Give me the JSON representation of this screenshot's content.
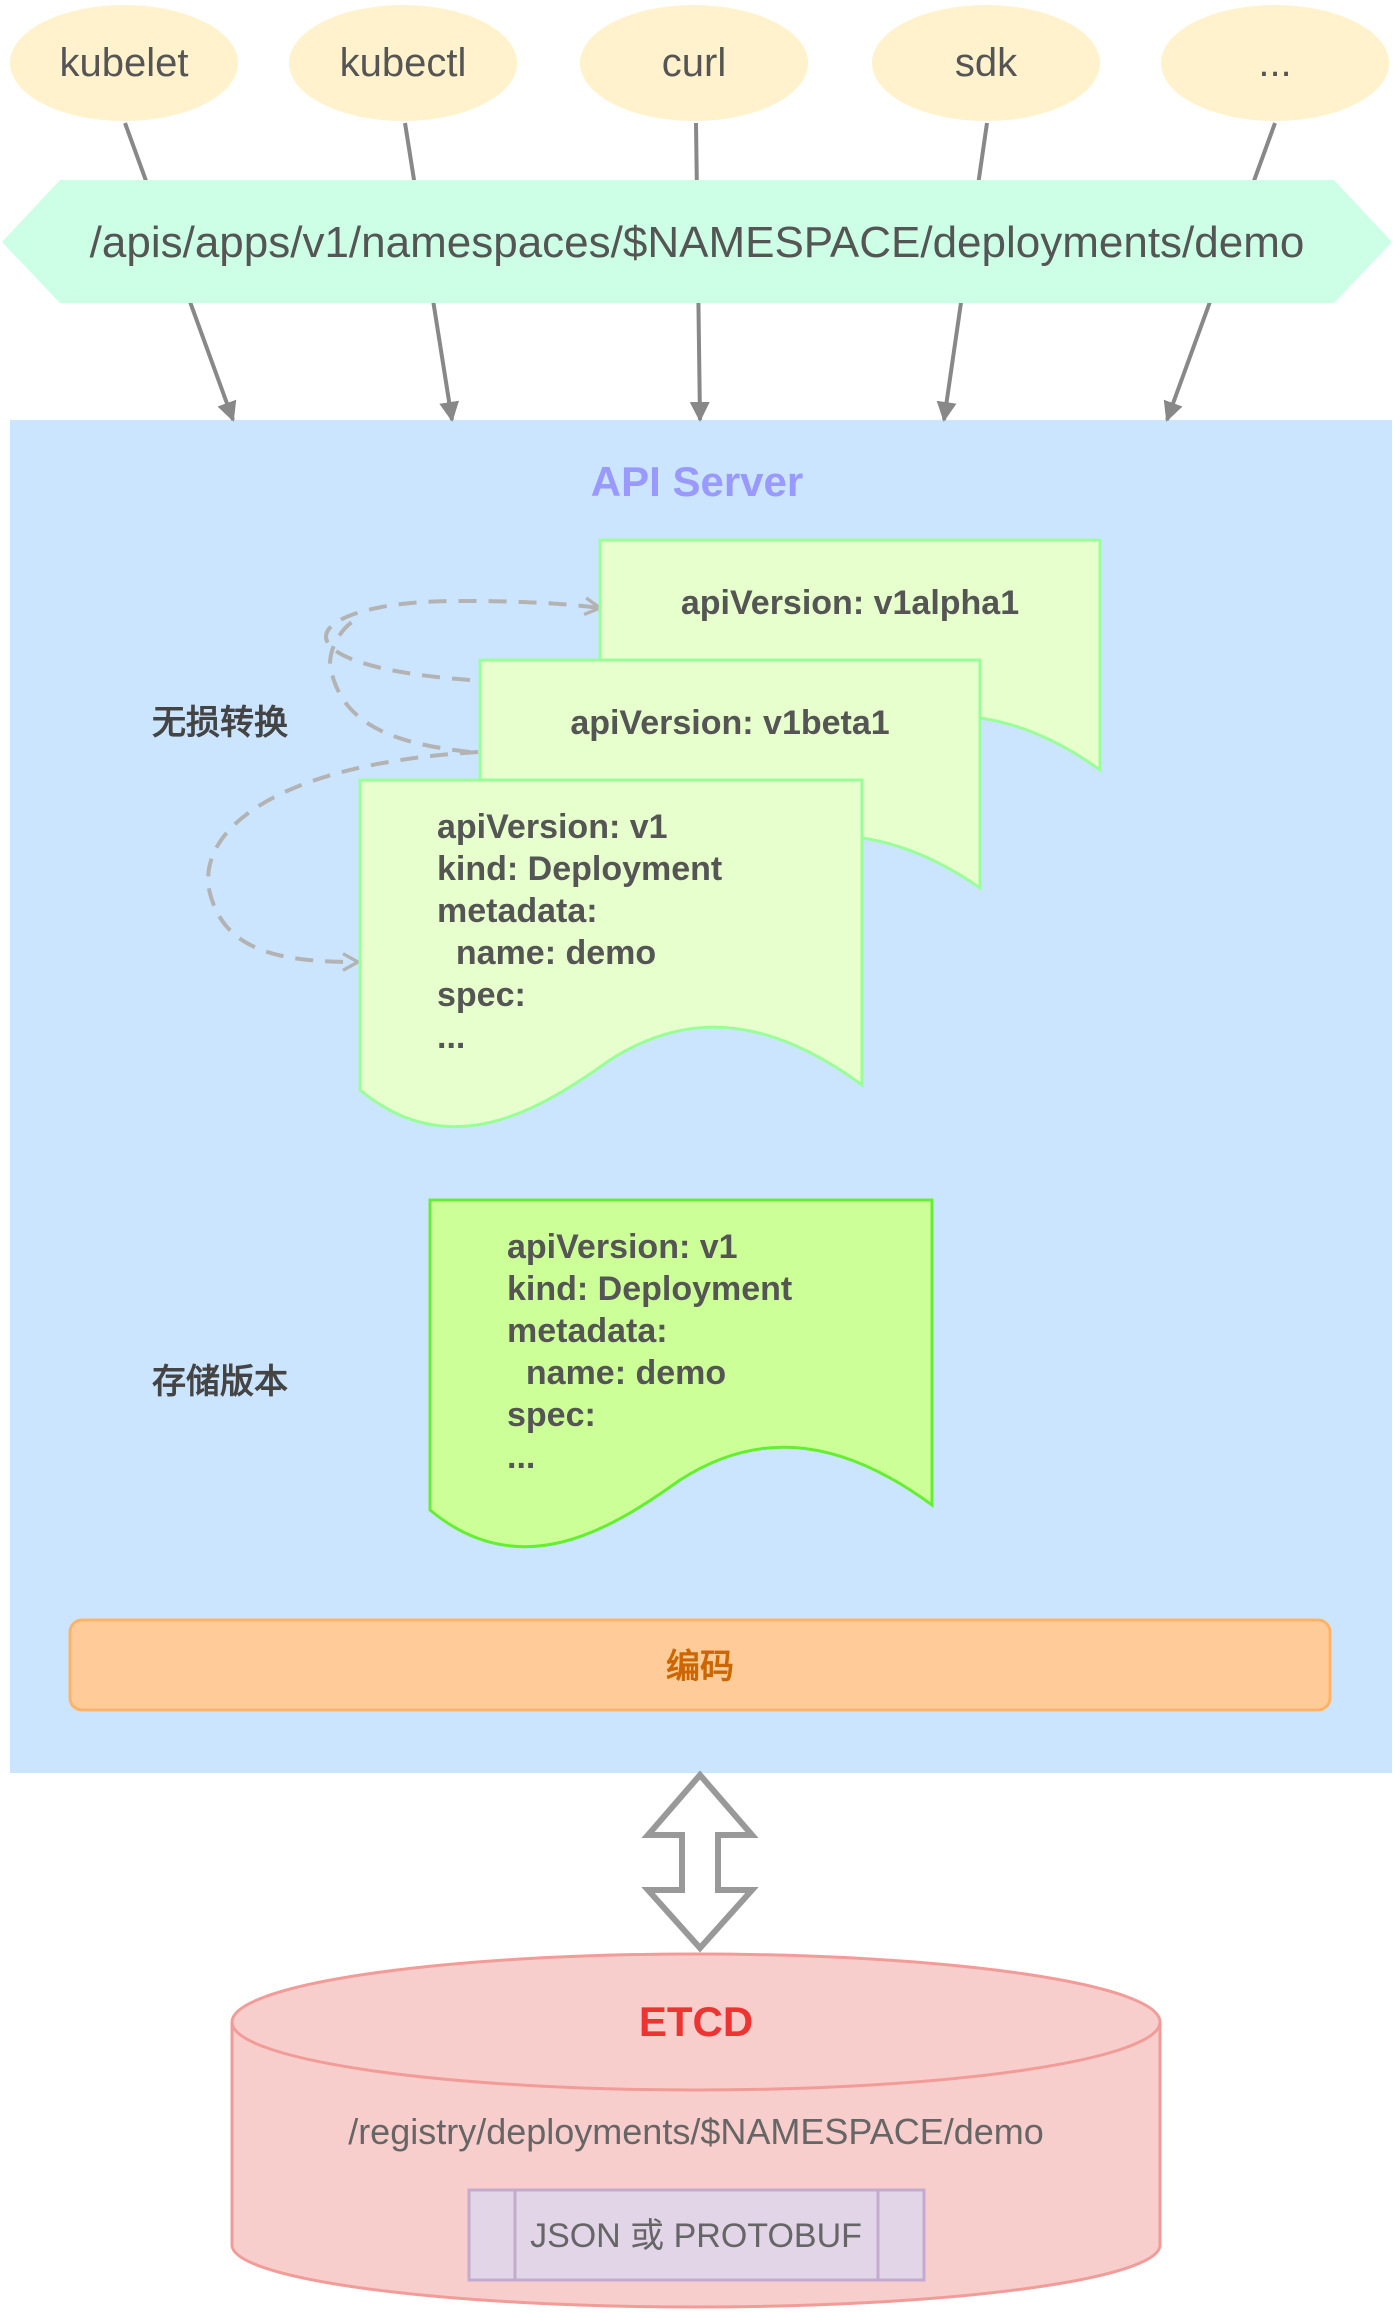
{
  "clients": [
    {
      "id": "kubelet",
      "label": "kubelet"
    },
    {
      "id": "kubectl",
      "label": "kubectl"
    },
    {
      "id": "curl",
      "label": "curl"
    },
    {
      "id": "sdk",
      "label": "sdk"
    },
    {
      "id": "more",
      "label": "..."
    }
  ],
  "endpoint": {
    "path": "/apis/apps/v1/namespaces/$NAMESPACE/deployments/demo"
  },
  "api_server": {
    "title": "API Server",
    "conversion_label": "无损转换",
    "storage_label": "存储版本",
    "encode_label": "编码",
    "documents": {
      "v1alpha1": {
        "title": "apiVersion: v1alpha1"
      },
      "v1beta1": {
        "title": "apiVersion: v1beta1"
      },
      "v1": {
        "lines": [
          "apiVersion: v1",
          "kind: Deployment",
          "metadata:",
          "  name: demo",
          "spec:",
          "..."
        ]
      }
    },
    "storage_document": {
      "lines": [
        "apiVersion: v1",
        "kind: Deployment",
        "metadata:",
        "  name: demo",
        "spec:",
        "..."
      ]
    }
  },
  "etcd": {
    "title": "ETCD",
    "key_path": "/registry/deployments/$NAMESPACE/demo",
    "format": "JSON 或 PROTOBUF"
  },
  "colors": {
    "client_fill": "#fff2cc",
    "endpoint_fill": "#ccffe6",
    "api_server_fill": "#cce5ff",
    "doc_fill": "#e6ffcc",
    "doc_stroke": "#99ff99",
    "storage_fill": "#cdff99",
    "storage_stroke": "#66ee33",
    "encode_fill": "#ffcc99",
    "encode_stroke": "#ffb366",
    "etcd_fill": "#f8cecc",
    "etcd_stroke": "#f19c99",
    "format_fill": "#e1d5e7",
    "format_stroke": "#c3abd0",
    "arrow": "#888888",
    "dashed_arrow": "#b3b3b3"
  }
}
